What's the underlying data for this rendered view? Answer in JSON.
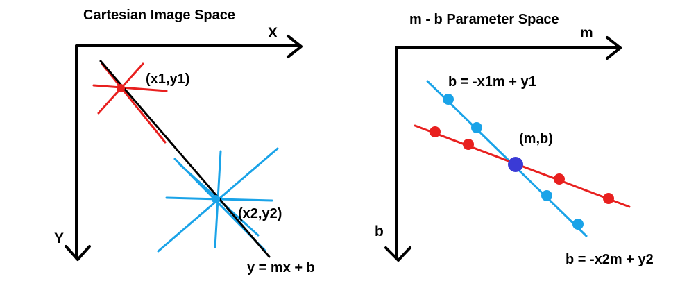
{
  "left_panel": {
    "title": "Cartesian Image Space",
    "x_axis_label": "X",
    "y_axis_label": "Y",
    "point1_label": "(x1,y1)",
    "point2_label": "(x2,y2)",
    "line_equation": "y = mx + b"
  },
  "right_panel": {
    "title": "m - b Parameter Space",
    "x_axis_label": "m",
    "y_axis_label": "b",
    "intersection_label": "(m,b)",
    "line1_equation": "b = -x1m + y1",
    "line2_equation": "b = -x2m + y2"
  },
  "colors": {
    "axis": "#000000",
    "red": "#e8201f",
    "blue": "#1aa3e8",
    "intersection": "#3a3ad6"
  }
}
